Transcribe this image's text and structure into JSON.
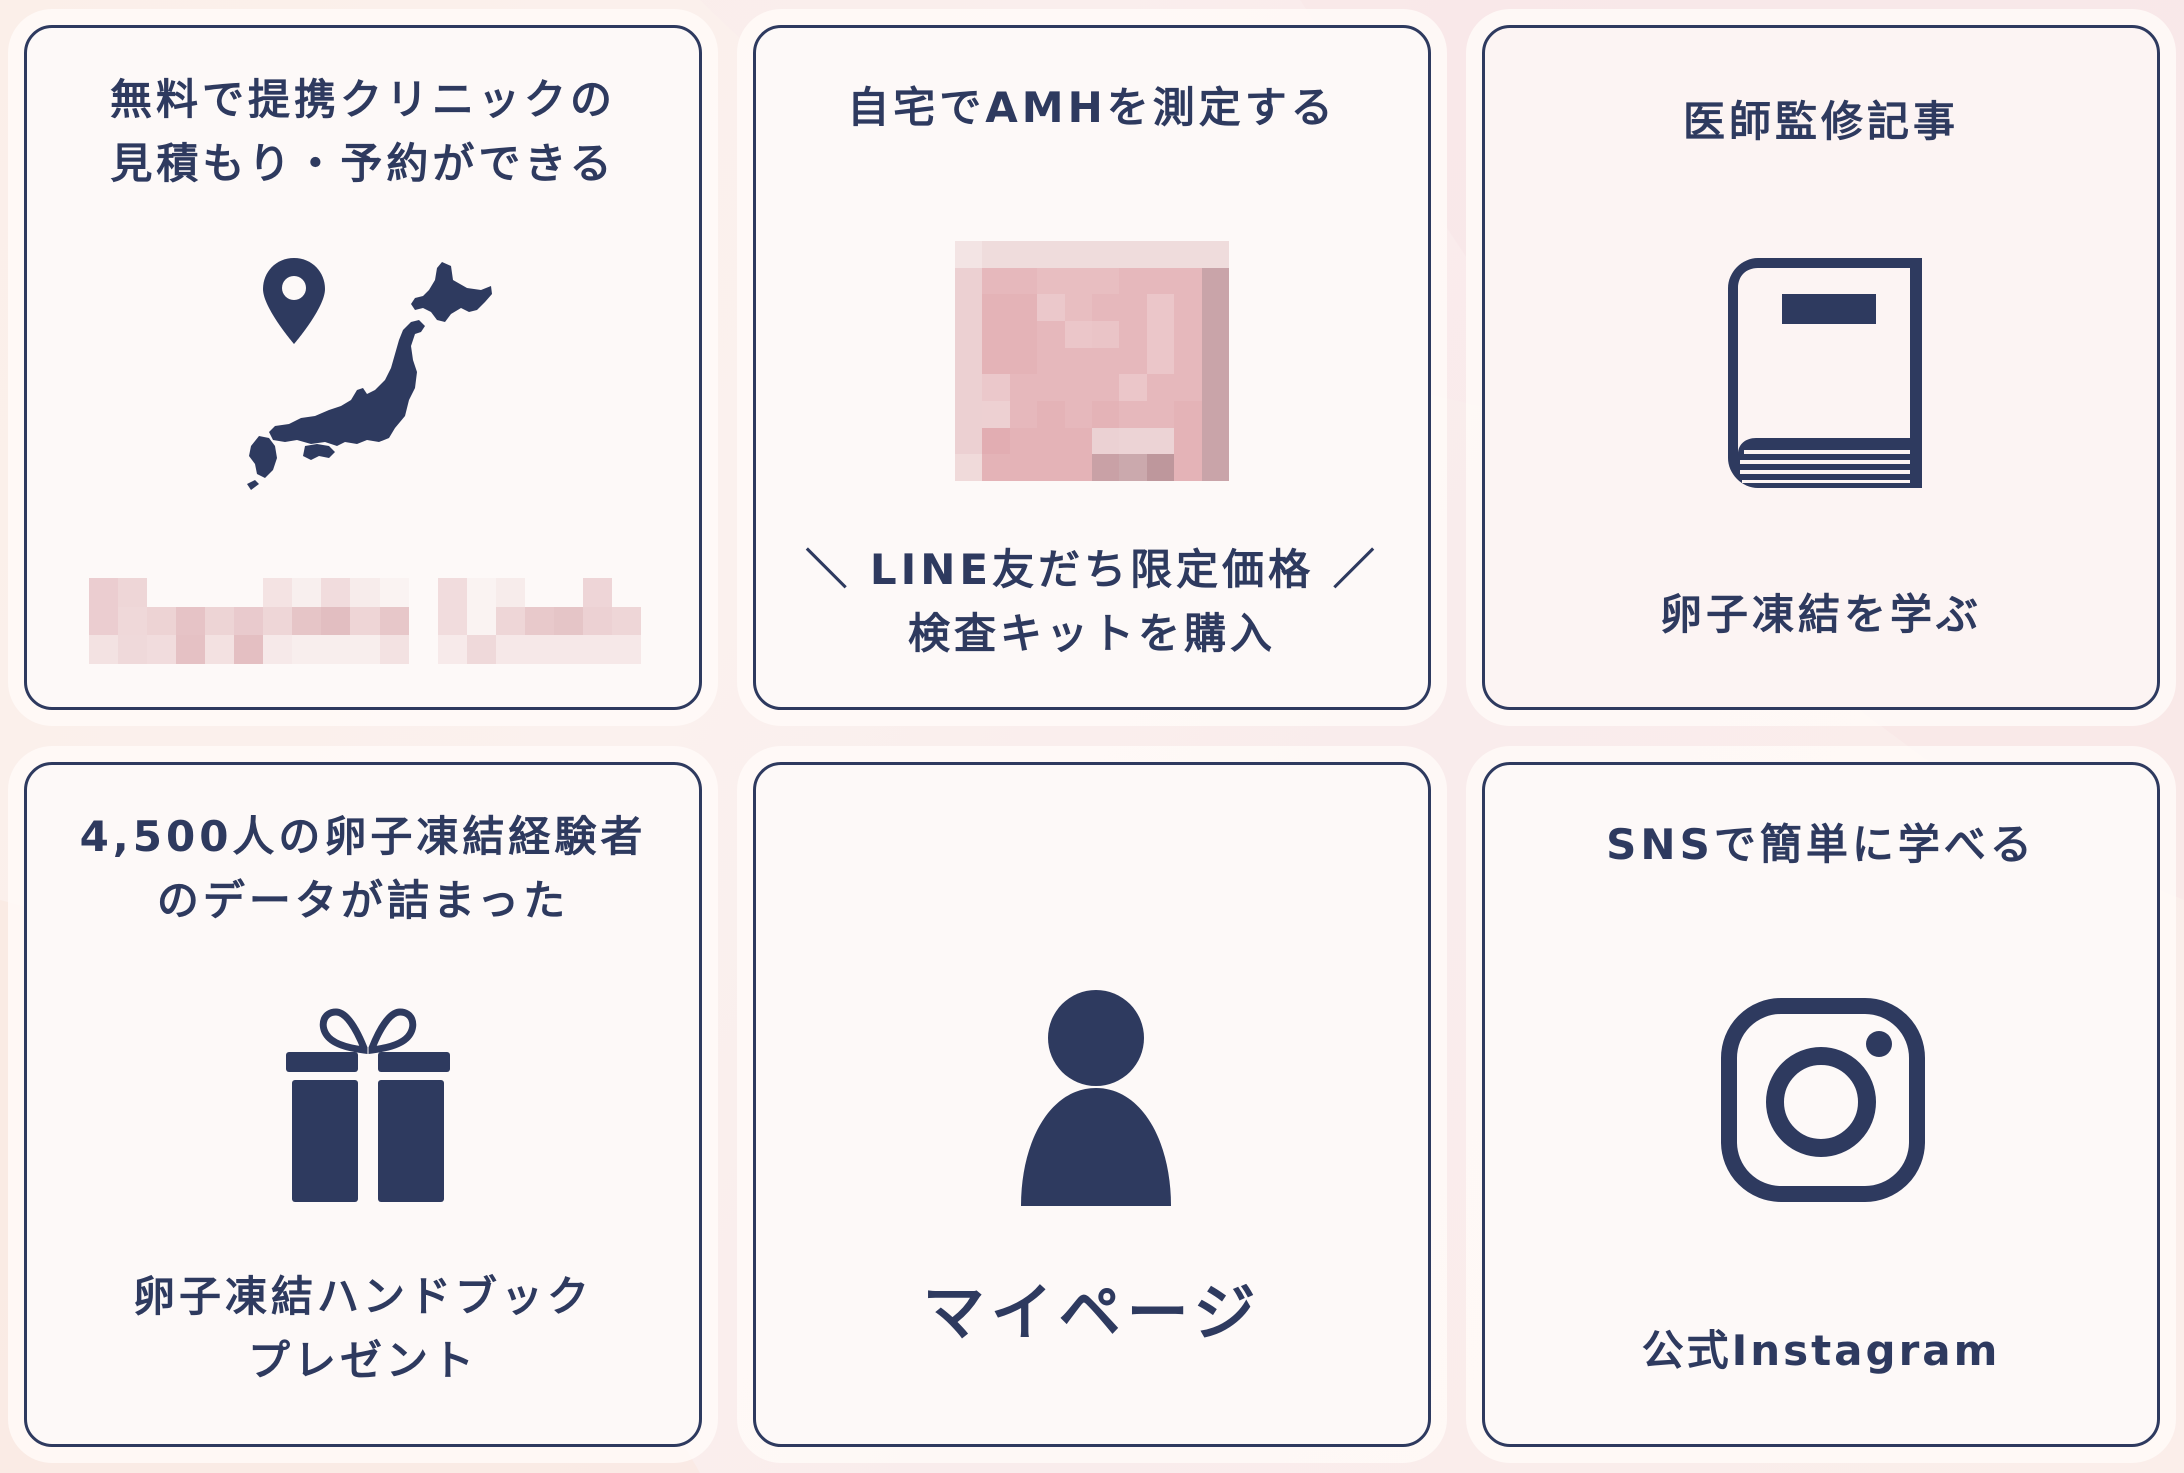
{
  "colors": {
    "navy": "#2e3a5f",
    "card_fill": "#fdf9f8",
    "card_fill_tint": "#fcf4f3",
    "background": "#fbefe9",
    "blur_pink": "#e4b6ba"
  },
  "cards": [
    {
      "title": "無料で提携クリニックの\n見積もり・予約ができる",
      "icon": "japan-map-with-location-pin-icon",
      "label": "",
      "note": "pixelated (censored) logo/link text"
    },
    {
      "title": "自宅でAMHを測定する",
      "icon": "pixelated-product-image",
      "label": "＼ LINE友だち限定価格 ／\n検査キットを購入"
    },
    {
      "title": "医師監修記事",
      "icon": "book-icon",
      "label": "卵子凍結を学ぶ"
    },
    {
      "title": "4,500人の卵子凍結経験者\nのデータが詰まった",
      "icon": "gift-icon",
      "label": "卵子凍結ハンドブック\nプレゼント"
    },
    {
      "title": "",
      "icon": "person-icon",
      "label": "マイページ"
    },
    {
      "title": "SNSで簡単に学べる",
      "icon": "instagram-icon",
      "label": "公式Instagram"
    }
  ]
}
